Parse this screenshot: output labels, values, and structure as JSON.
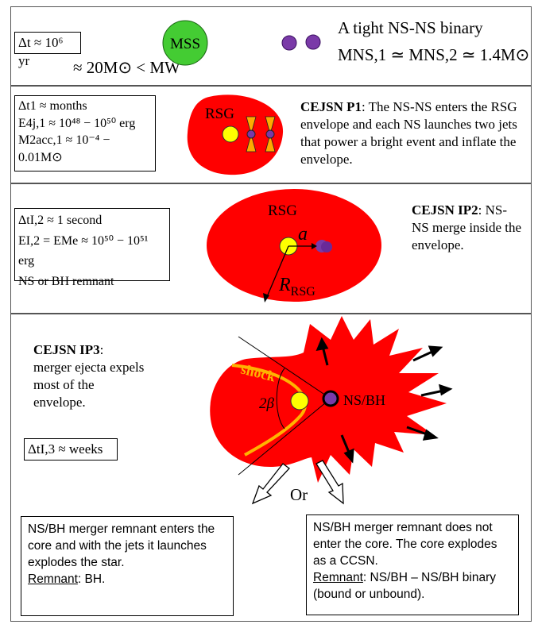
{
  "panel1": {
    "time_box": "Δt ≈ 10⁶ yr",
    "mass_relation": "≈ 20M⊙ < MW",
    "mss_label": "MSS",
    "binary_title": "A tight NS-NS binary",
    "binary_masses": "MNS,1 ≃ MNS,2 ≃ 1.4M⊙"
  },
  "panel2": {
    "box_line1": "Δt1 ≈ months",
    "box_line2": "E4j,1 ≈ 10⁴⁸ − 10⁵⁰ erg",
    "box_line3": "M2acc,1 ≈ 10⁻⁴ − 0.01M⊙",
    "rsg_label": "RSG",
    "desc_title": "CEJSN P1",
    "desc_text": ": The NS-NS enters the RSG envelope and each NS launches two jets that power a bright event and inflate the envelope."
  },
  "panel3": {
    "box_line1": "ΔtI,2 ≈ 1 second",
    "box_line2": "EI,2 = EMe ≈ 10⁵⁰ − 10⁵¹ erg",
    "box_line3": "NS or BH remnant",
    "rsg_label": "RSG",
    "a_label": "a",
    "r_label": "R",
    "r_sub": "RSG",
    "desc_title": "CEJSN IP2",
    "desc_text": ": NS-NS merge inside the envelope."
  },
  "panel4": {
    "desc_title": "CEJSN IP3",
    "desc_text": ": merger ejecta expels most of the envelope.",
    "time_box": "ΔtI,3 ≈ weeks",
    "shock_label": "shock",
    "beta_label": "2β",
    "remnant_label": "NS/BH",
    "or_label": "Or",
    "left_outcome": "NS/BH merger remnant enters the core and with the jets it launches explodes the star.",
    "left_remnant_label": "Remnant",
    "left_remnant_value": ": BH.",
    "right_outcome": "NS/BH merger remnant does not enter the core. The core explodes as a CCSN.",
    "right_remnant_label": "Remnant",
    "right_remnant_value": ": NS/BH – NS/BH binary (bound or unbound)."
  },
  "colors": {
    "envelope": "#ff0000",
    "core": "#ffff00",
    "ns": "#7a3aa8",
    "mss": "#44cc33",
    "shock": "#ffb300"
  }
}
